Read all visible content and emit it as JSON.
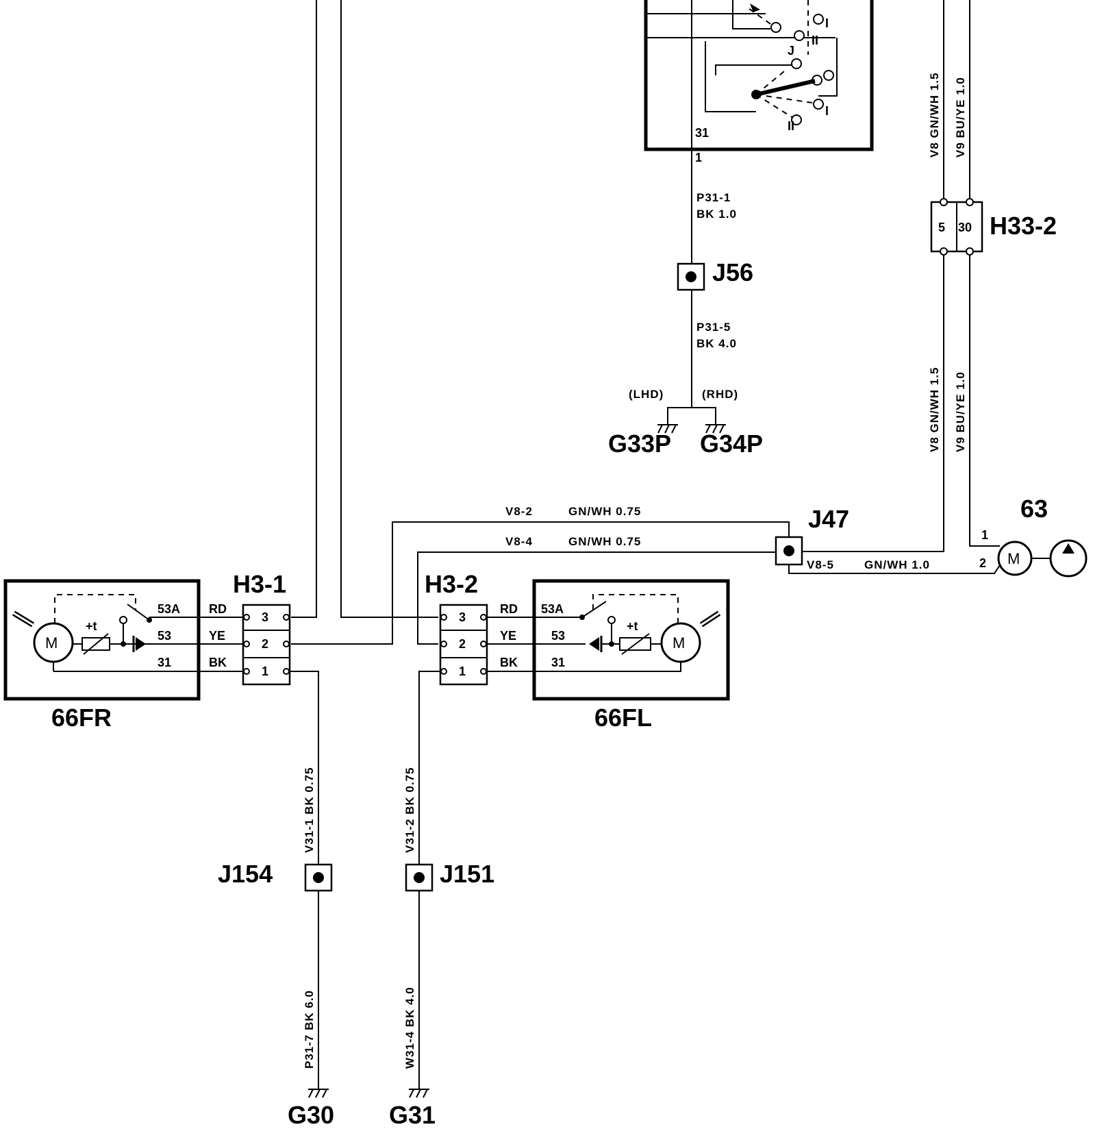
{
  "components": {
    "h33_2": "H33-2",
    "j56": "J56",
    "g33p": "G33P",
    "g34p": "G34P",
    "lhd": "(LHD)",
    "rhd": "(RHD)",
    "j47": "J47",
    "pump_63": "63",
    "h3_1": "H3-1",
    "h3_2": "H3-2",
    "fr_66": "66FR",
    "fl_66": "66FL",
    "j154": "J154",
    "j151": "J151",
    "g30": "G30",
    "g31": "G31"
  },
  "wires": {
    "p31_1_id": "P31-1",
    "p31_1_spec": "BK  1.0",
    "p31_5_id": "P31-5",
    "p31_5_spec": "BK  4.0",
    "v8_top": "V8  GN/WH 1.5",
    "v9_top": "V9  BU/YE  1.0",
    "v8_mid": "V8  GN/WH 1.5",
    "v9_mid": "V9  BU/YE  1.0",
    "v8_2_id": "V8-2",
    "v8_2_spec": "GN/WH 0.75",
    "v8_4_id": "V8-4",
    "v8_4_spec": "GN/WH 0.75",
    "v8_5_id": "V8-5",
    "v8_5_spec": "GN/WH 1.0",
    "v31_1": "V31-1      BK  0.75",
    "v31_2": "V31-2      BK  0.75",
    "p31_7": "P31-7      BK  6.0",
    "w31_4": "W31-4      BK  4.0"
  },
  "pins": {
    "switch_31": "31",
    "switch_1": "1",
    "h33_5": "5",
    "h33_30": "30",
    "pump_1": "1",
    "pump_2": "2",
    "h3_3": "3",
    "h3_2": "2",
    "h3_1": "1",
    "t53a": "53A",
    "t53": "53",
    "t31": "31",
    "rd": "RD",
    "ye": "YE",
    "bk": "BK",
    "switch_pos_I": "I",
    "switch_pos_II": "II",
    "switch_pos_J": "J"
  },
  "symbols": {
    "motor": "M",
    "thermal": "+t"
  }
}
